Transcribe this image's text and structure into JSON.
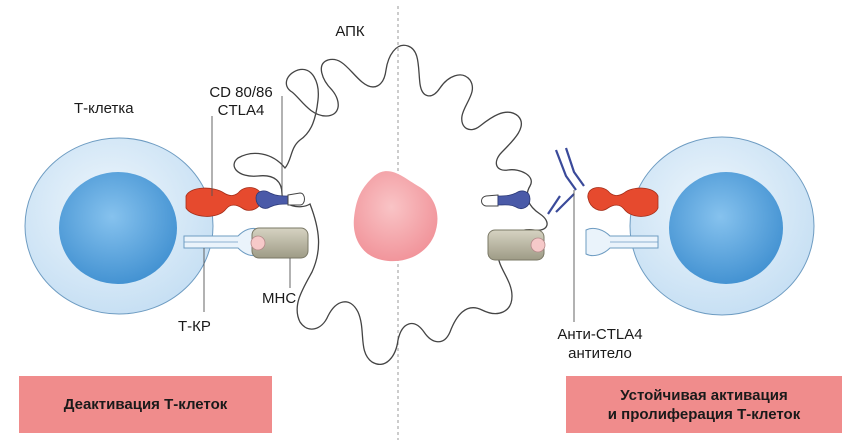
{
  "labels": {
    "apc": "АПК",
    "t_cell": "Т-клетка",
    "cd80": "CD 80/86",
    "ctla4": "CTLA4",
    "tcr": "Т-КР",
    "mhc": "MHC",
    "anti_ctla4_1": "Анти-CTLA4",
    "anti_ctla4_2": "антитело"
  },
  "boxes": {
    "left": "Деактивация Т-клеток",
    "right_1": "Устойчивая активация",
    "right_2": "и пролиферация Т-клеток"
  },
  "colors": {
    "cell_outer": "#d6e9f7",
    "cell_inner": "#5ea8df",
    "nucleus": "#f5a3a8",
    "ctla4": "#e64a2e",
    "cd80": "#4a5aa8",
    "mhc": "#b9b6a2",
    "antibody": "#3a4a9a",
    "box": "#f08c8c"
  }
}
